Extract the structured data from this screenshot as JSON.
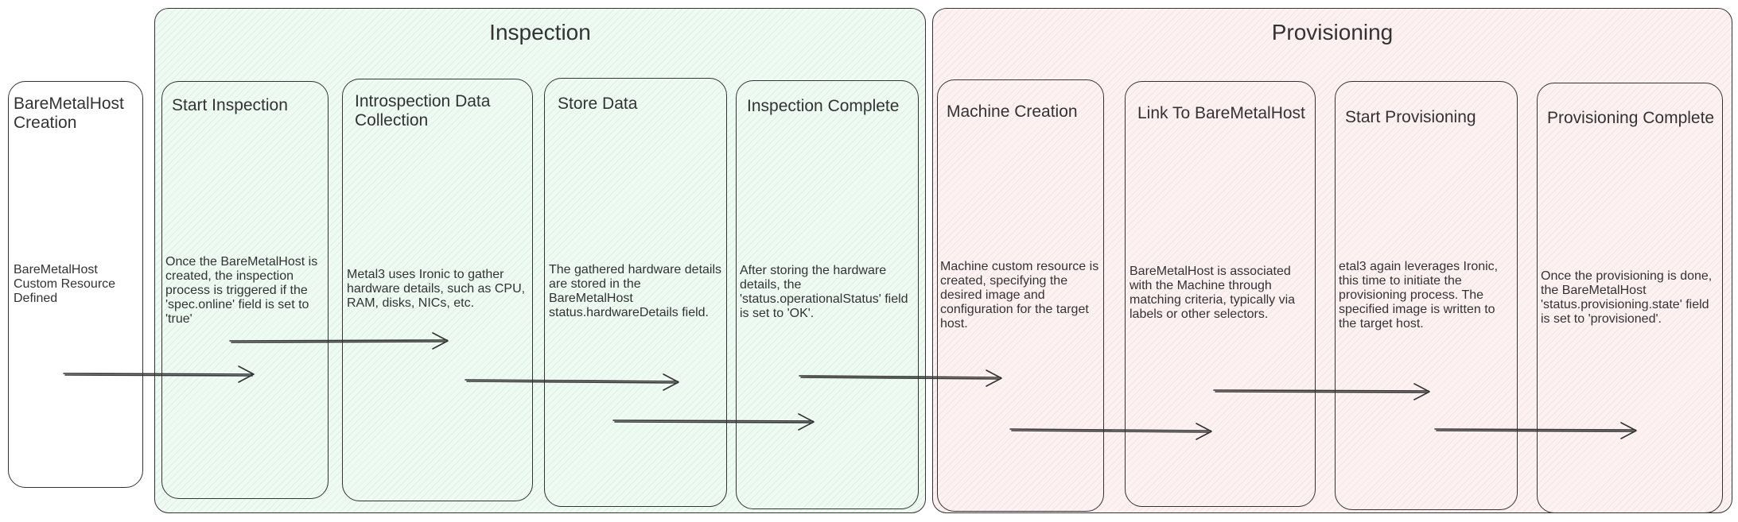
{
  "groups": {
    "inspection": {
      "title": "Inspection"
    },
    "provisioning": {
      "title": "Provisioning"
    }
  },
  "cards": [
    {
      "id": "baremetalhost-creation",
      "title": "BareMetalHost Creation",
      "description": "BareMetalHost Custom Resource Defined"
    },
    {
      "id": "start-inspection",
      "title": "Start Inspection",
      "description": "Once the BareMetalHost is created, the inspection process is triggered if the 'spec.online' field is set to 'true'"
    },
    {
      "id": "introspection-data-collection",
      "title": "Introspection Data Collection",
      "description": "Metal3 uses Ironic to gather hardware details, such as CPU, RAM, disks, NICs, etc."
    },
    {
      "id": "store-data",
      "title": "Store Data",
      "description": "The gathered hardware details are stored in the BareMetalHost status.hardwareDetails field."
    },
    {
      "id": "inspection-complete",
      "title": "Inspection Complete",
      "description": "After storing the hardware details, the 'status.operationalStatus' field is set to 'OK'."
    },
    {
      "id": "machine-creation",
      "title": "Machine Creation",
      "description": "Machine custom resource is created, specifying the desired image and configuration for the target host."
    },
    {
      "id": "link-to-baremetalhost",
      "title": "Link To BareMetalHost",
      "description": "BareMetalHost is associated with the Machine through matching criteria, typically via labels or other selectors."
    },
    {
      "id": "start-provisioning",
      "title": "Start Provisioning",
      "description": "etal3 again leverages Ironic, this time to initiate the provisioning process. The specified image is written to the target host."
    },
    {
      "id": "provisioning-complete",
      "title": "Provisioning Complete",
      "description": "Once the provisioning is done, the BareMetalHost 'status.provisioning.state' field is set to 'provisioned'."
    }
  ],
  "colors": {
    "inspection_fill": "#eefaf2",
    "provisioning_fill": "#fdf2f2",
    "stroke": "#333333"
  }
}
